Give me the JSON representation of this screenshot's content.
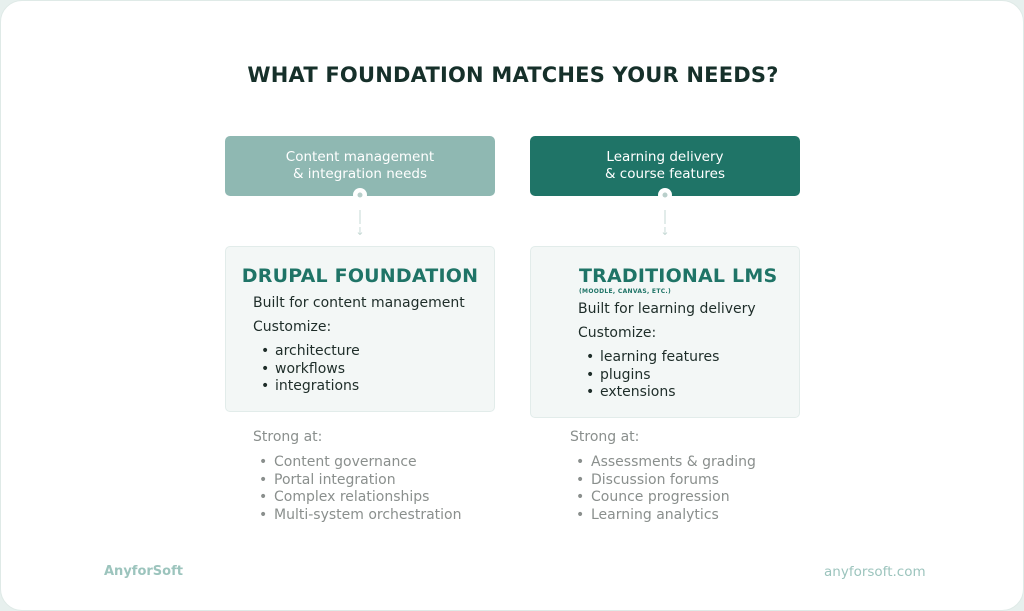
{
  "title": "WHAT FOUNDATION MATCHES YOUR NEEDS?",
  "colors": {
    "left_header": "#8fb8b2",
    "right_header": "#1f7467",
    "accent_text": "#1f7467",
    "title_text": "#16302a",
    "card_bg": "#f3f7f6",
    "muted_text": "#8a8f8d",
    "footer_text": "#9cc4bd"
  },
  "columns": [
    {
      "header": [
        "Content management",
        "& integration needs"
      ],
      "card": {
        "title": "DRUPAL FOUNDATION",
        "subtitle": "",
        "built_for": "Built for content management",
        "customize_label": "Customize:",
        "customize_items": [
          "architecture",
          "workflows",
          "integrations"
        ]
      },
      "strong_at": {
        "label": "Strong at:",
        "items": [
          "Content governance",
          "Portal integration",
          "Complex relationships",
          "Multi-system orchestration"
        ]
      }
    },
    {
      "header": [
        "Learning delivery",
        "& course features"
      ],
      "card": {
        "title": "TRADITIONAL LMS",
        "subtitle": "(MOODLE, CANVAS, ETC.)",
        "built_for": "Built for learning delivery",
        "customize_label": "Customize:",
        "customize_items": [
          "learning features",
          "plugins",
          "extensions"
        ]
      },
      "strong_at": {
        "label": "Strong at:",
        "items": [
          "Assessments & grading",
          "Discussion forums",
          "Counce progression",
          "Learning analytics"
        ]
      }
    }
  ],
  "connector": {
    "arrow_icon": "↓"
  },
  "bullet": "•",
  "footer": {
    "brand": "AnyforSoft",
    "url": "anyforsoft.com"
  }
}
